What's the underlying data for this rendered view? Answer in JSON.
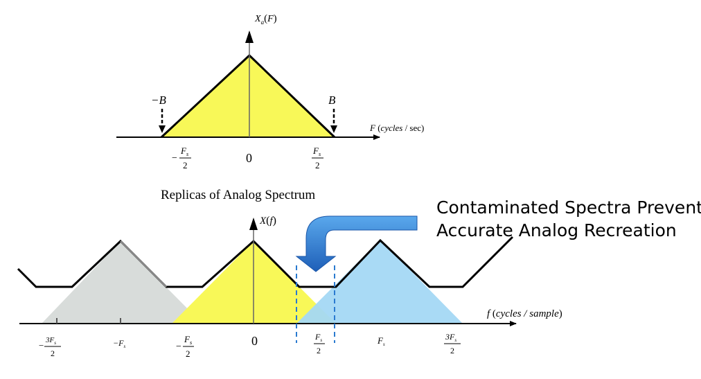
{
  "top_plot": {
    "y_label_main": "X",
    "y_label_sub": "a",
    "y_label_arg": "F",
    "x_label_var": "F",
    "x_label_unit_a": "cycles",
    "x_label_unit_b": "/ sec",
    "left_marker": "−B",
    "right_marker": "B",
    "tick_zero": "0",
    "tick_neg_num": "F",
    "tick_neg_sub": "s",
    "tick_neg_den": "2",
    "tick_neg_sign": "−",
    "tick_pos_num": "F",
    "tick_pos_sub": "s",
    "tick_pos_den": "2"
  },
  "bottom_plot": {
    "title": "Replicas of Analog Spectrum",
    "y_label_main": "X",
    "y_label_arg": "f",
    "x_label_var": "f",
    "x_label_unit": "cycles / sample",
    "tick_zero": "0",
    "tick_m3fs_num": "3F",
    "tick_m3fs_sub": "s",
    "tick_m3fs_den": "2",
    "tick_m3fs_sign": "−",
    "tick_mfs": "−F",
    "tick_mfs_sub": "s",
    "tick_mfs2_sign": "−",
    "tick_mfs2_num": "F",
    "tick_mfs2_sub": "s",
    "tick_mfs2_den": "2",
    "tick_fs2_num": "F",
    "tick_fs2_sub": "s",
    "tick_fs2_den": "2",
    "tick_fs": "F",
    "tick_fs_sub": "s",
    "tick_3fs2_num": "3F",
    "tick_3fs2_sub": "s",
    "tick_3fs2_den": "2"
  },
  "annotation": {
    "line1": "Contaminated Spectra Prevents",
    "line2": "Accurate Analog Recreation"
  },
  "colors": {
    "yellow_fill": "#f8f858",
    "gray_fill": "#d4d8d6",
    "blue_fill": "#a4d8f4",
    "arrow_blue": "#2a72c8",
    "dashed_blue": "#2a7ad0"
  }
}
